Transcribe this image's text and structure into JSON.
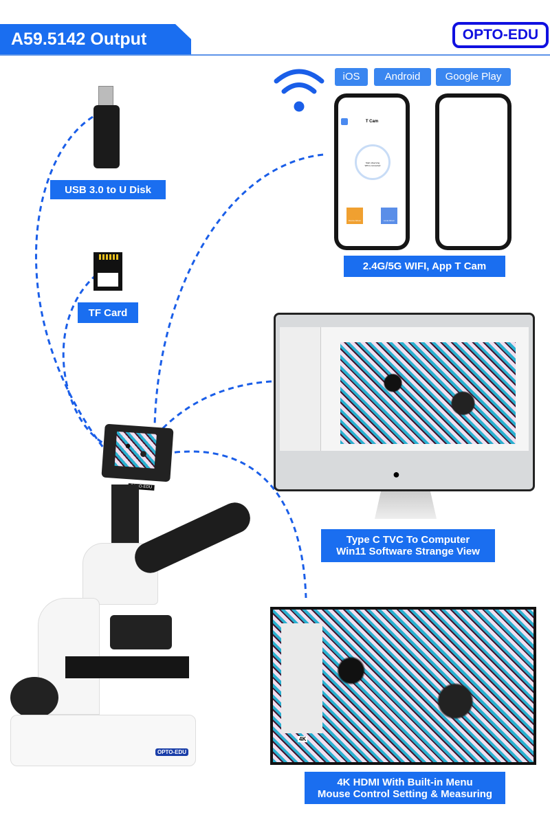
{
  "header": {
    "title": "A59.5142 Output",
    "brand": "OPTO-EDU"
  },
  "app_stores": [
    "iOS",
    "Android",
    "Google Play"
  ],
  "phone_app": {
    "title": "T Cam",
    "start": "Start observing",
    "status": "Wifi is connected",
    "device_album": "Device Album",
    "local_album": "Local Album"
  },
  "labels": {
    "usb": "USB 3.0 to U Disk",
    "tf": "TF Card",
    "wifi": "2.4G/5G WIFI, App T Cam",
    "computer_1": "Type C TVC To Computer",
    "computer_2": "Win11 Software Strange View",
    "hdmi_1": "4K HDMI With Built-in Menu",
    "hdmi_2": "Mouse Control Setting & Measuring"
  },
  "tv_badge": "4K",
  "camera_brand": "OPTO-EDU",
  "colors": {
    "accent": "#1a6ef0",
    "brand": "#1010e0"
  }
}
